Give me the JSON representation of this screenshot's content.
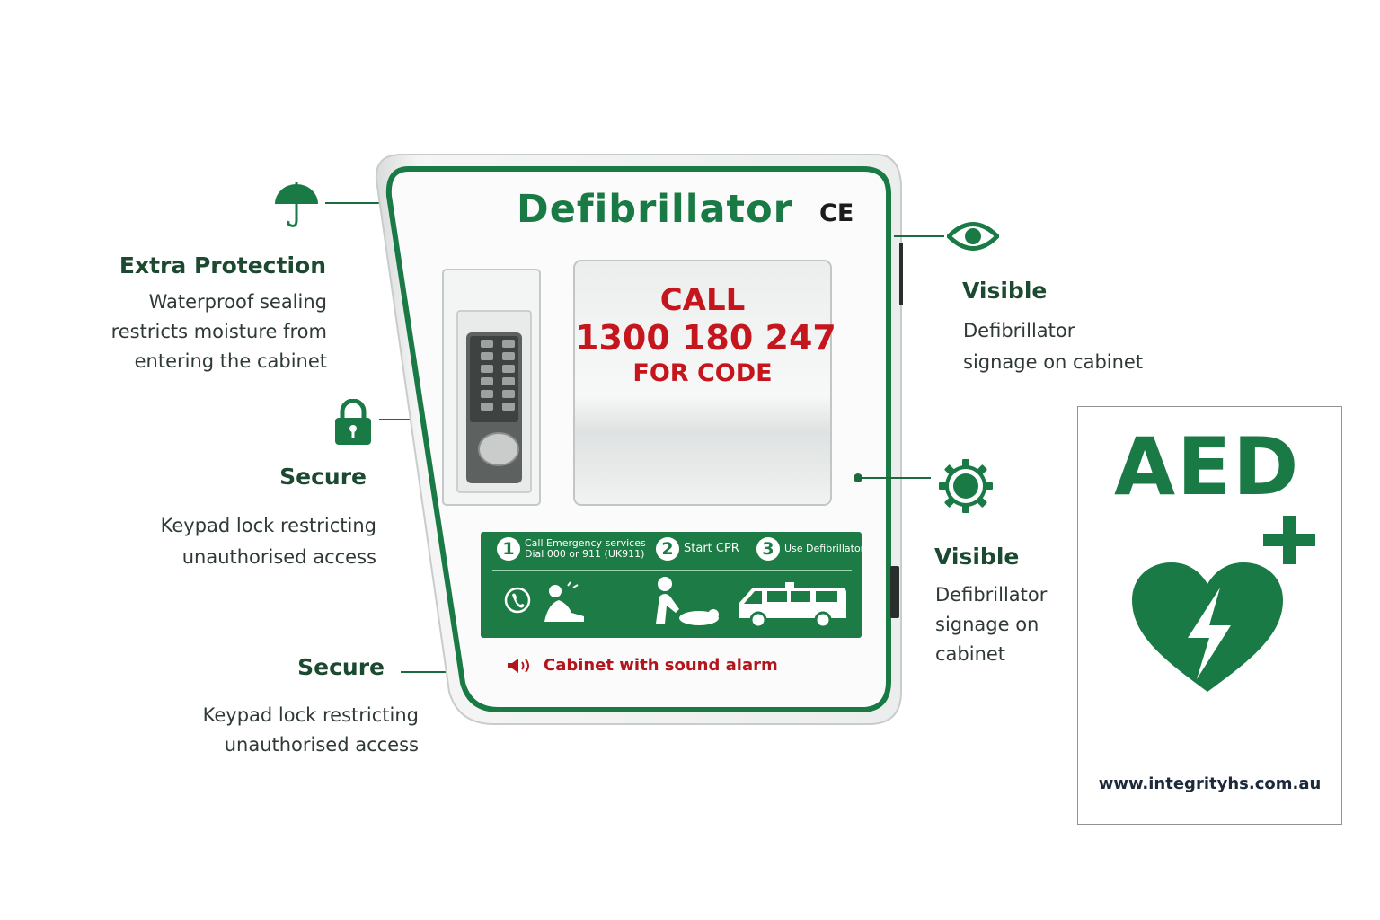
{
  "cabinet": {
    "title": "Defibrillator",
    "ce_mark": "CE",
    "window_call": "CALL",
    "window_number": "1300 180 247",
    "window_code": "FOR CODE",
    "steps": [
      {
        "number": "1",
        "lines": [
          "Call Emergency services",
          "Dial 000 or 911 (UK911)"
        ]
      },
      {
        "number": "2",
        "lines": [
          "Start CPR"
        ]
      },
      {
        "number": "3",
        "lines": [
          "Use Defibrillator"
        ]
      }
    ],
    "alarm_label": "Cabinet with sound alarm",
    "brand_color": "#1a7a45",
    "alert_color": "#c4161c"
  },
  "features": {
    "extra_protection": {
      "title": "Extra Protection",
      "lines": [
        "Waterproof sealing",
        "restricts moisture from",
        "entering the cabinet"
      ],
      "icon": "umbrella-icon"
    },
    "secure_keypad": {
      "title": "Secure",
      "lines": [
        "Keypad lock restricting",
        "unauthorised access"
      ],
      "icon": "padlock-icon"
    },
    "secure_alarm": {
      "title": "Secure",
      "lines": [
        "Keypad lock restricting",
        "unauthorised access"
      ]
    },
    "visible_top": {
      "title": "Visible",
      "lines": [
        "Defibrillator",
        "signage on cabinet"
      ],
      "icon": "eye-icon"
    },
    "visible_side": {
      "title": "Visible",
      "lines": [
        "Defibrillator",
        "signage on",
        "cabinet"
      ],
      "icon": "gear-icon"
    }
  },
  "aed_sign": {
    "text": "AED",
    "url": "www.integrityhs.com.au",
    "icons": [
      "plus-icon",
      "heart-lightning-icon"
    ]
  }
}
